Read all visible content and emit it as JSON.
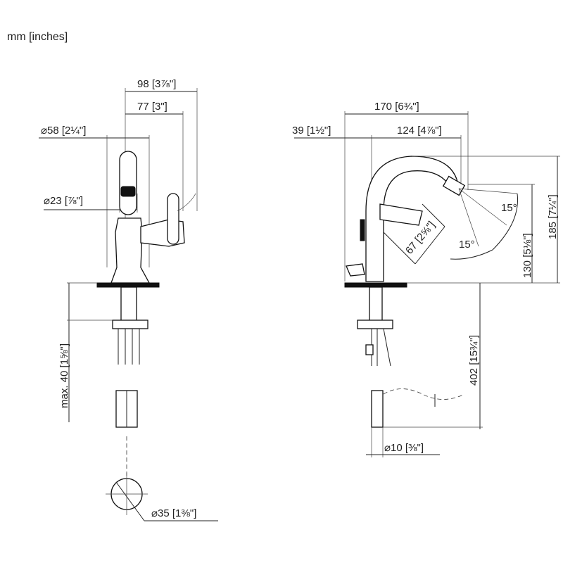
{
  "units_label": "mm [inches]",
  "side_view": {
    "dim_total_depth": "98 [3⅞\"]",
    "dim_spout_depth": "77 [3\"]",
    "dim_body_diameter": "⌀58 [2¼\"]",
    "dim_aerator_diameter": "⌀23 [⅞\"]",
    "dim_max_thickness": "max. 40 [1⅝\"]",
    "dim_hole_diameter": "⌀35 [1⅜\"]"
  },
  "front_view": {
    "dim_total_length": "170 [6¾\"]",
    "dim_rear_offset": "39 [1½\"]",
    "dim_spout_reach": "124 [4⅞\"]",
    "dim_total_height": "185 [7¼\"]",
    "dim_spout_height": "130 [5⅛\"]",
    "dim_handle_length": "67 [2⅝\"]",
    "angle_upper": "15°",
    "angle_lower": "15°",
    "dim_hose_length": "402 [15¾\"]",
    "dim_hose_diameter": "⌀10 [⅜\"]"
  }
}
